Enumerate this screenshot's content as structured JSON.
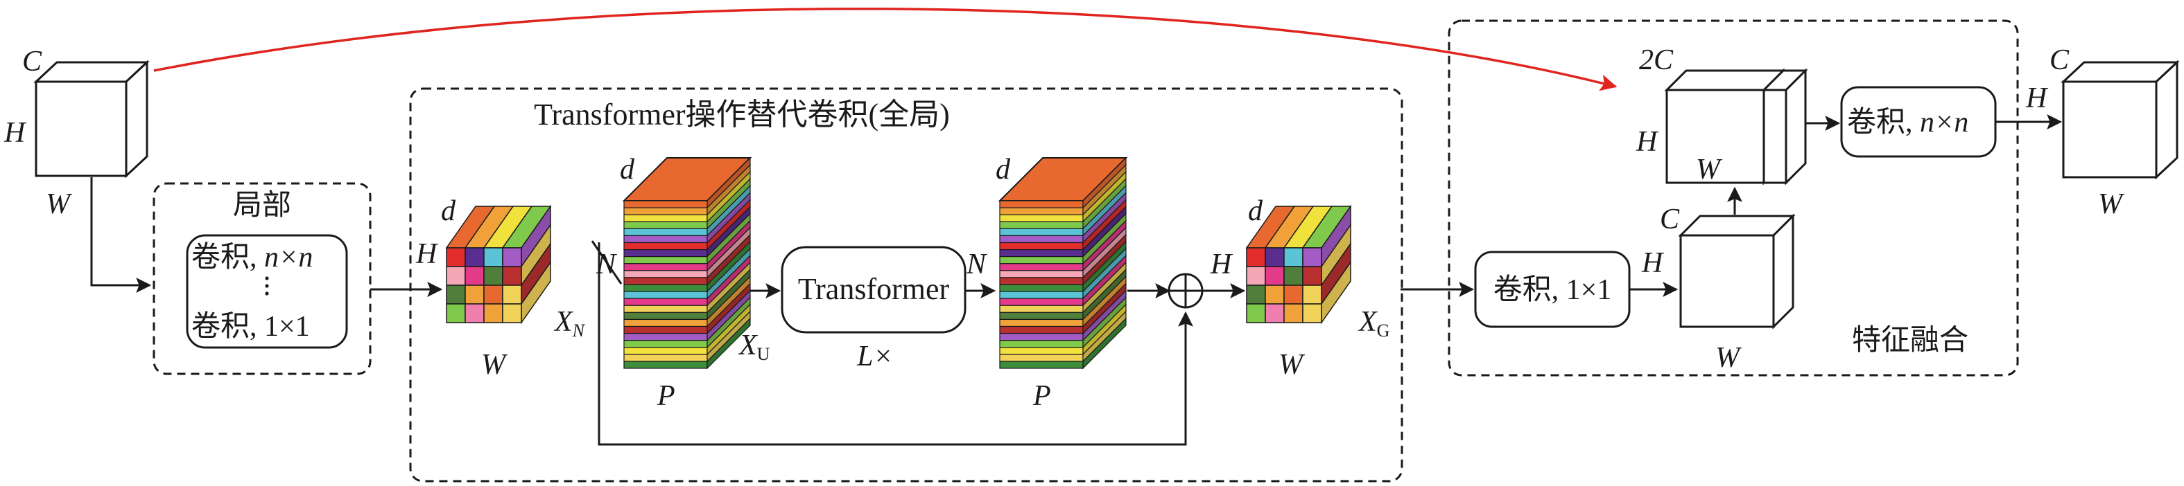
{
  "labels": {
    "top_title": "Transformer操作替代卷积(全局)",
    "local_title": "局部",
    "local_conv_nxn": "卷积, ",
    "nxn": "n×n",
    "local_conv_1x1": "卷积, 1×1",
    "transformer": "Transformer",
    "repeat": "L×",
    "fusion_title": "特征融合",
    "fusion_conv_1x1": "卷积, 1×1",
    "fusion_conv_nxn": "卷积, ",
    "C": "C",
    "H": "H",
    "W": "W",
    "d": "d",
    "N": "N",
    "P": "P",
    "twoC": "2C",
    "X": "X",
    "sub_N": "N",
    "sub_U": "U",
    "sub_G": "G"
  },
  "colors": {
    "skip_arrow": "#e0241f",
    "line": "#1a1a1a",
    "token_top": "#e8692f",
    "grid_palette": [
      "#e8692f",
      "#f0a13a",
      "#f1e13c",
      "#7fc94d",
      "#5bc3d6",
      "#a35bc6",
      "#e32d2d",
      "#5a2d91",
      "#4f7f3a",
      "#f4a7b5",
      "#e33a8a",
      "#f07fb0",
      "#b83030",
      "#3c8d3c",
      "#f2d35a"
    ]
  }
}
